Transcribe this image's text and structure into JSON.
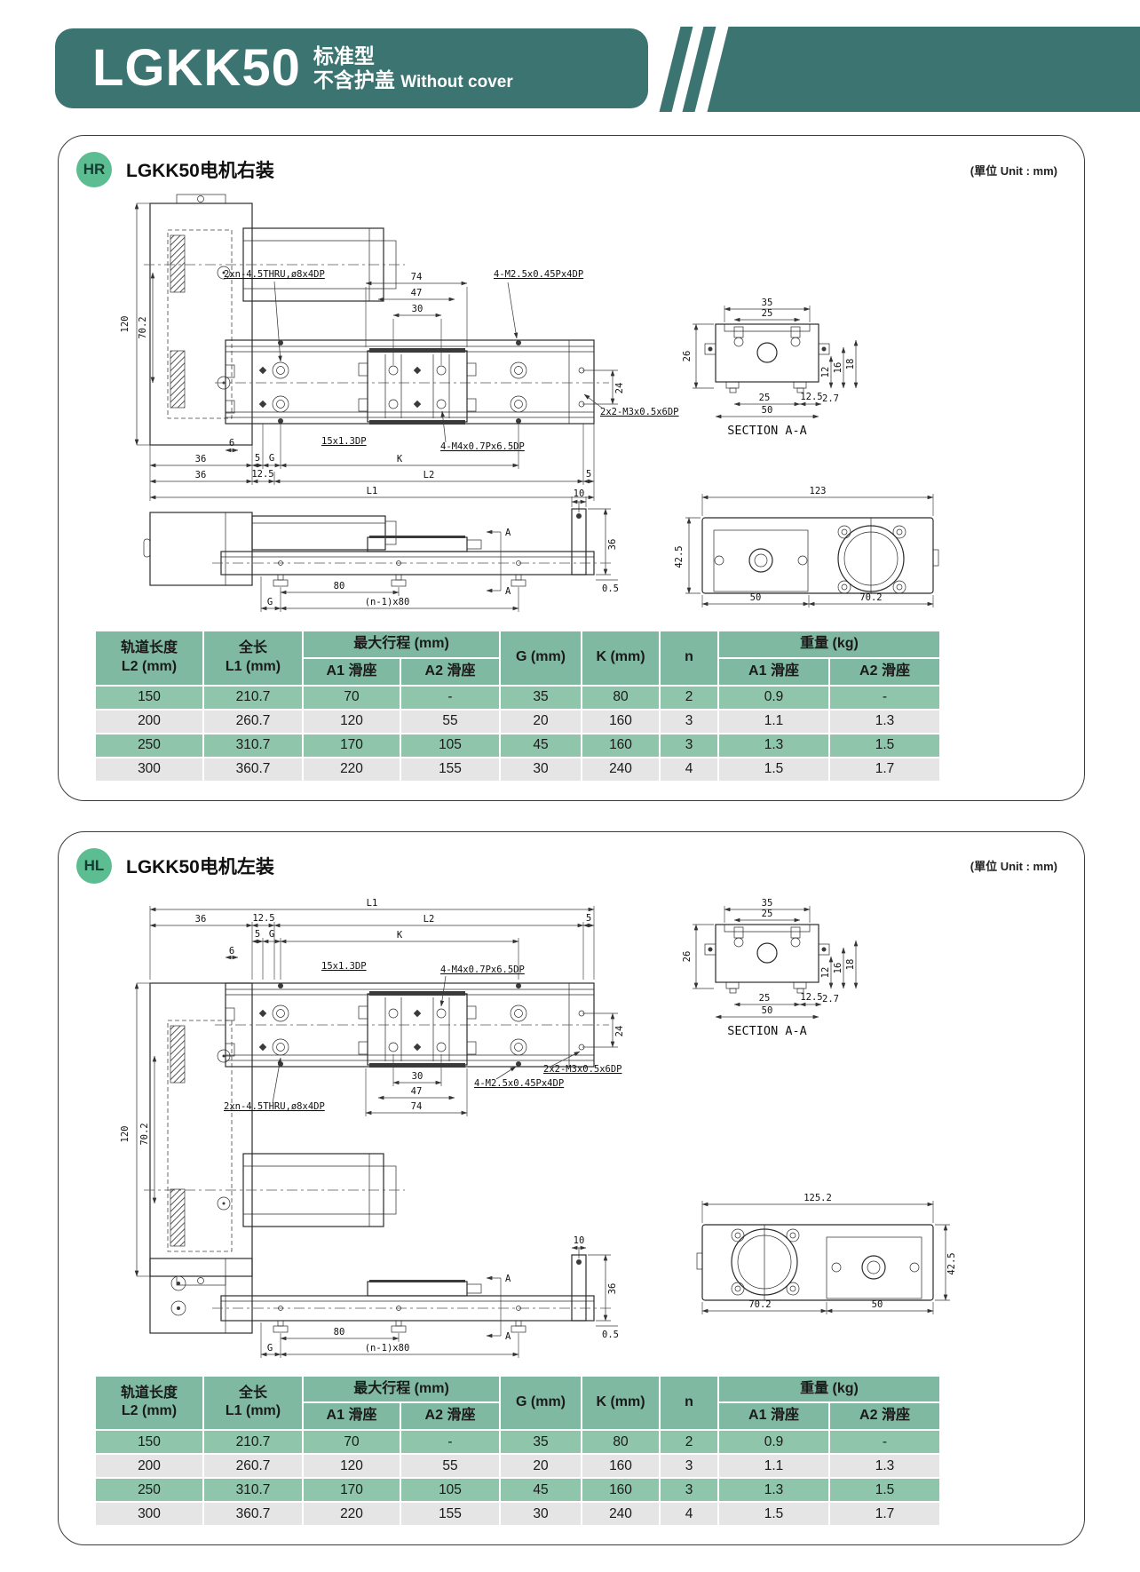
{
  "header": {
    "model": "LGKK50",
    "type_cn": "标准型",
    "cover_cn": "不含护盖",
    "cover_en": "Without cover"
  },
  "sections": [
    {
      "badge": "HR",
      "title": "LGKK50电机右装",
      "unit_note": "(單位 Unit : mm)"
    },
    {
      "badge": "HL",
      "title": "LGKK50电机左装",
      "unit_note": "(單位 Unit : mm)"
    }
  ],
  "dwg": {
    "thru": "2xn-4.5THRU,ø8x4DP",
    "m25": "4-M2.5x0.45Px4DP",
    "m4": "4-M4x0.7Px6.5DP",
    "m3": "2x2-M3x0.5x6DP",
    "pitch": "15x1.3DP",
    "section": "SECTION A-A",
    "a": "A",
    "d120": "120",
    "d70_2": "70.2",
    "d74": "74",
    "d47": "47",
    "d30": "30",
    "d24": "24",
    "d36": "36",
    "d5": "5",
    "d12_5": "12.5",
    "d6": "6",
    "G": "G",
    "K": "K",
    "L1": "L1",
    "L2": "L2",
    "d35": "35",
    "d25": "25",
    "d26": "26",
    "d12": "12",
    "d16": "16",
    "d18": "18",
    "d2_7": "2.7",
    "d50": "50",
    "d10": "10",
    "d0_5": "0.5",
    "d80": "80",
    "n80": "(n-1)x80",
    "d42_5": "42.5",
    "hr_end_w": "123",
    "hl_end_w": "125.2"
  },
  "table": {
    "col_track": "轨道长度\nL2 (mm)",
    "col_total": "全长\nL1 (mm)",
    "col_stroke": "最大行程 (mm)",
    "col_g": "G (mm)",
    "col_k": "K (mm)",
    "col_n": "n",
    "col_weight": "重量 (kg)",
    "sub_a1": "A1 滑座",
    "sub_a2": "A2 滑座",
    "rows": [
      [
        "150",
        "210.7",
        "70",
        "-",
        "35",
        "80",
        "2",
        "0.9",
        "-"
      ],
      [
        "200",
        "260.7",
        "120",
        "55",
        "20",
        "160",
        "3",
        "1.1",
        "1.3"
      ],
      [
        "250",
        "310.7",
        "170",
        "105",
        "45",
        "160",
        "3",
        "1.3",
        "1.5"
      ],
      [
        "300",
        "360.7",
        "220",
        "155",
        "30",
        "240",
        "4",
        "1.5",
        "1.7"
      ]
    ]
  },
  "colors": {
    "teal": "#3b7470",
    "badge": "#5cbc92",
    "thead": "#7fb9a1",
    "rowgreen": "#8fc6ab",
    "rowgray": "#e5e5e5"
  }
}
